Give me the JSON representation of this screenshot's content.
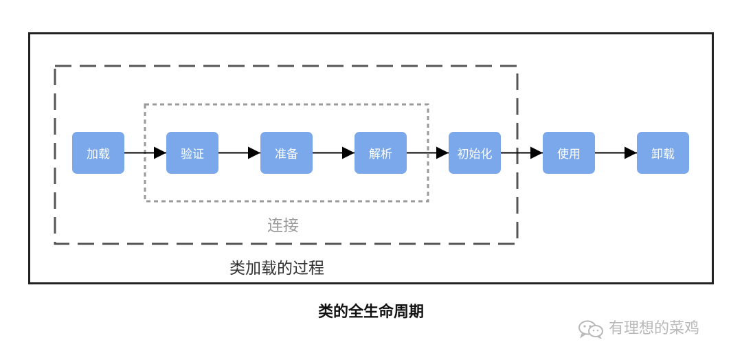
{
  "diagram": {
    "nodes": [
      {
        "id": "load",
        "label": "加载"
      },
      {
        "id": "verify",
        "label": "验证"
      },
      {
        "id": "prepare",
        "label": "准备"
      },
      {
        "id": "resolve",
        "label": "解析"
      },
      {
        "id": "init",
        "label": "初始化"
      },
      {
        "id": "use",
        "label": "使用"
      },
      {
        "id": "unload",
        "label": "卸载"
      }
    ],
    "edges": [
      {
        "from": "load",
        "to": "verify"
      },
      {
        "from": "verify",
        "to": "prepare"
      },
      {
        "from": "prepare",
        "to": "resolve"
      },
      {
        "from": "resolve",
        "to": "init"
      },
      {
        "from": "init",
        "to": "use"
      },
      {
        "from": "use",
        "to": "unload"
      }
    ],
    "groups": {
      "linking": {
        "label": "连接",
        "contains": [
          "verify",
          "prepare",
          "resolve"
        ]
      },
      "class_loading": {
        "label": "类加载的过程",
        "contains": [
          "load",
          "verify",
          "prepare",
          "resolve",
          "init"
        ]
      }
    },
    "caption": "类的全生命周期"
  },
  "watermark": {
    "text": "有理想的菜鸡",
    "icon": "wechat-icon"
  },
  "colors": {
    "node_fill": "#7aa8ea",
    "node_text": "#ffffff",
    "outer_border": "#222222",
    "class_loading_border": "#555555",
    "linking_border": "#9a9a9a",
    "linking_label": "#9a9a9a",
    "class_loading_label": "#333333",
    "arrow": "#000000",
    "watermark": "#b8b8b8"
  }
}
